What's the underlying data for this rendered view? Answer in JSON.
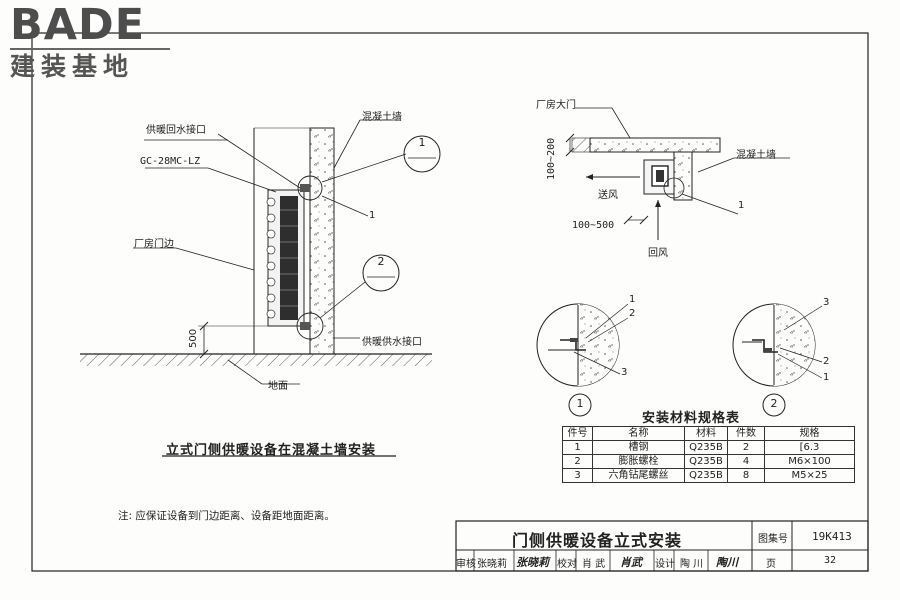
{
  "logo": {
    "en": "BADE",
    "cn": "建装基地"
  },
  "diagram_left": {
    "labels": {
      "return_port": "供暖回水接口",
      "model": "GC-28MC-LZ",
      "door_edge": "厂房门边",
      "concrete_wall": "混凝土墙",
      "supply_port": "供暖供水接口",
      "ground": "地面",
      "dim_500": "500",
      "callout_1": "1",
      "callout_2": "2"
    },
    "title": "立式门侧供暖设备在混凝土墙安装",
    "note": "注: 应保证设备到门边距离、设备距地面距离。"
  },
  "diagram_plan": {
    "labels": {
      "factory_door": "厂房大门",
      "concrete_wall": "混凝土墙",
      "dim_100_200": "100~200",
      "dim_100_500": "100~500",
      "supply_air": "送风",
      "return_air": "回风",
      "callout_1": "1"
    }
  },
  "details": {
    "detail_1": {
      "id": "1",
      "items": [
        "1",
        "2",
        "3"
      ]
    },
    "detail_2": {
      "id": "2",
      "items": [
        "3",
        "2",
        "1"
      ]
    }
  },
  "spec_table": {
    "title": "安装材料规格表",
    "headers": [
      "件号",
      "名称",
      "材料",
      "件数",
      "规格"
    ],
    "rows": [
      [
        "1",
        "槽钢",
        "Q235B",
        "2",
        "[6.3"
      ],
      [
        "2",
        "膨胀螺栓",
        "Q235B",
        "4",
        "M6×100"
      ],
      [
        "3",
        "六角钻尾螺丝",
        "Q235B",
        "8",
        "M5×25"
      ]
    ]
  },
  "title_block": {
    "title": "门侧供暖设备立式安装",
    "atlas_label": "图集号",
    "atlas_no": "19K413",
    "review_label": "审核",
    "reviewer": "张晓莉",
    "reviewer_sig": "张晓莉",
    "check_label": "校对",
    "checker": "肖 武",
    "checker_sig": "肖武",
    "design_label": "设计",
    "designer": "陶 川",
    "designer_sig": "陶川",
    "page_label": "页",
    "page_no": "32"
  }
}
